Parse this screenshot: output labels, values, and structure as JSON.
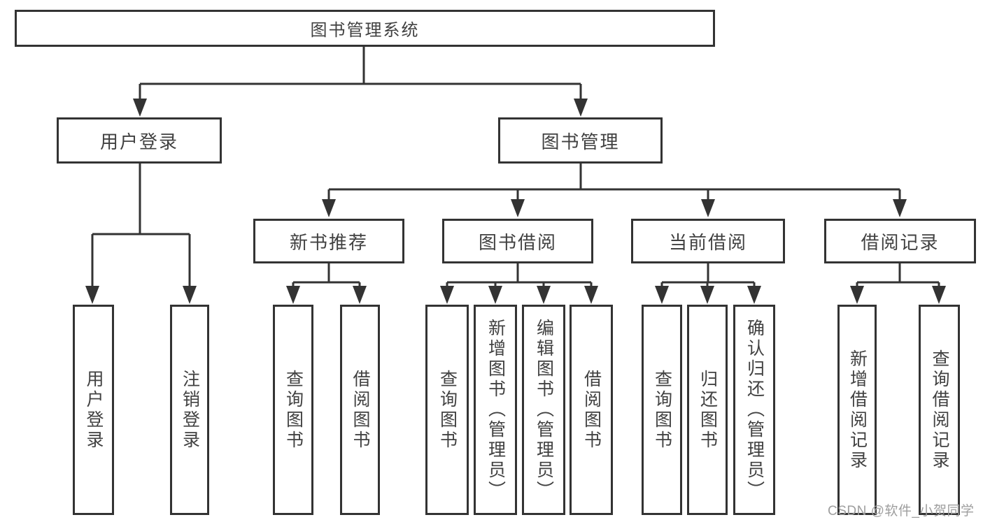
{
  "tree": {
    "label": "图书管理系统",
    "children": [
      {
        "label": "用户登录",
        "children": [
          {
            "label": "用户登录"
          },
          {
            "label": "注销登录"
          }
        ]
      },
      {
        "label": "图书管理",
        "children": [
          {
            "label": "新书推荐",
            "children": [
              {
                "label": "查询图书"
              },
              {
                "label": "借阅图书"
              }
            ]
          },
          {
            "label": "图书借阅",
            "children": [
              {
                "label": "查询图书"
              },
              {
                "label": "新增图书（管理员）"
              },
              {
                "label": "编辑图书（管理员）"
              },
              {
                "label": "借阅图书"
              }
            ]
          },
          {
            "label": "当前借阅",
            "children": [
              {
                "label": "查询图书"
              },
              {
                "label": "归还图书"
              },
              {
                "label": "确认归还（管理员）"
              }
            ]
          },
          {
            "label": "借阅记录",
            "children": [
              {
                "label": "新增借阅记录"
              },
              {
                "label": "查询借阅记录"
              }
            ]
          }
        ]
      }
    ]
  },
  "watermark": {
    "text": "CSDN @软件_小贺同学"
  },
  "colors": {
    "line": "#333333",
    "node_border": "#333333",
    "node_text": "#414141",
    "node_background": "#ffffff",
    "watermark_text": "#9e9e9e",
    "page_background": "#ffffff"
  }
}
